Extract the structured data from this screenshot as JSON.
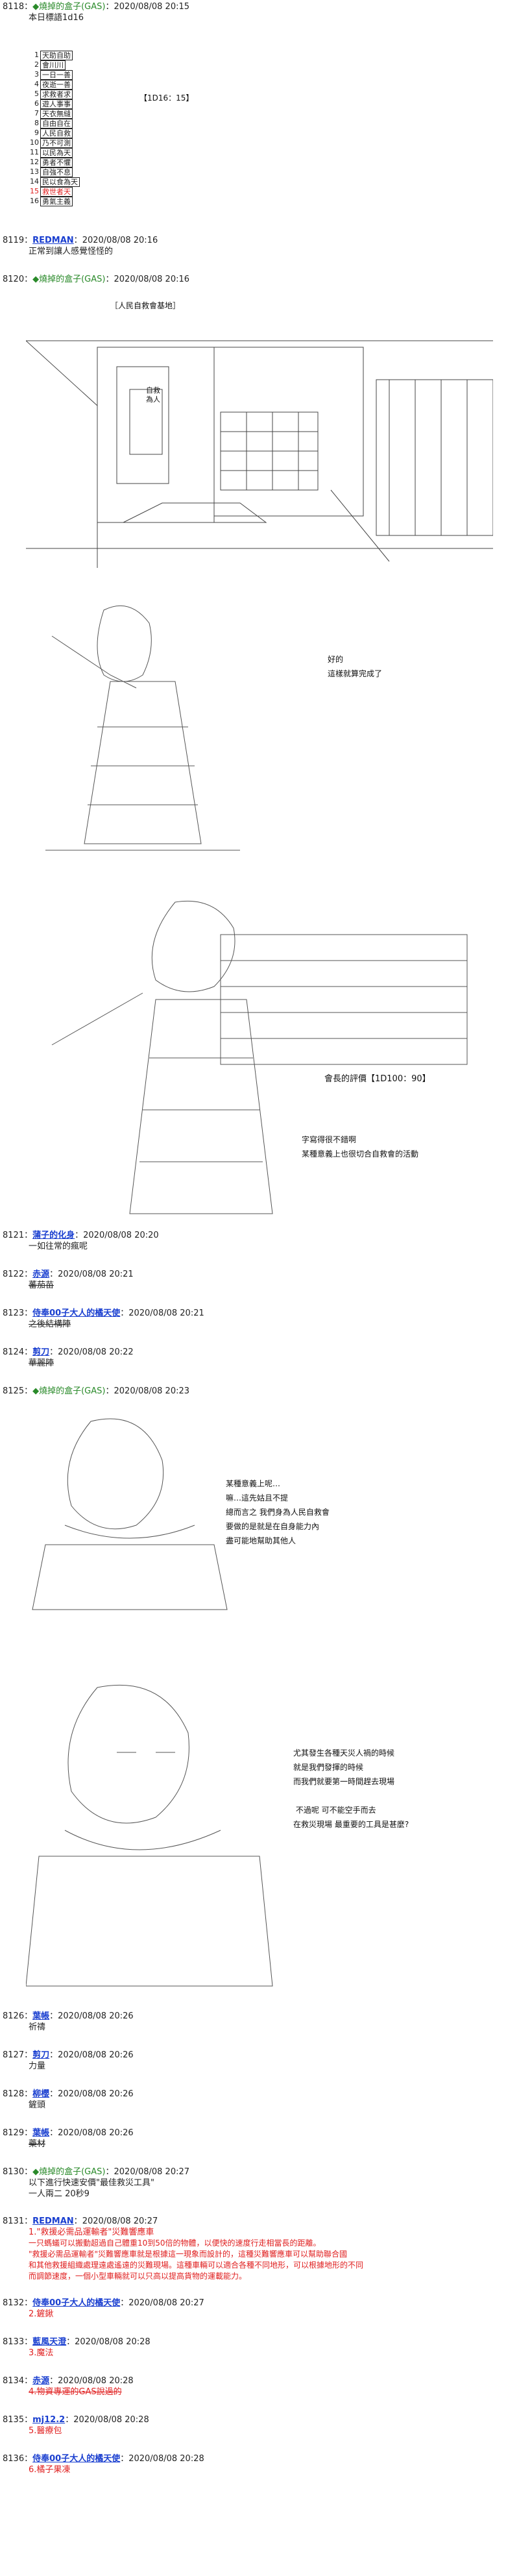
{
  "posts": [
    {
      "num": "8118",
      "sep": "：",
      "name": "◆燒掉的盒子(GAS)",
      "time": "2020/08/08 20:15",
      "style": "green",
      "lines": [
        "本日標語1d16"
      ],
      "slogans": [
        {
          "n": "1",
          "t": "天助自助",
          "style": ""
        },
        {
          "n": "2",
          "t": "會川川",
          "style": ""
        },
        {
          "n": "3",
          "t": "一日一善",
          "style": ""
        },
        {
          "n": "4",
          "t": "夜逝一善",
          "style": ""
        },
        {
          "n": "5",
          "t": "求救者求",
          "style": ""
        },
        {
          "n": "6",
          "t": "遊人事事",
          "style": ""
        },
        {
          "n": "7",
          "t": "天衣無縫",
          "style": ""
        },
        {
          "n": "8",
          "t": "自由自在",
          "style": ""
        },
        {
          "n": "9",
          "t": "人民自救",
          "style": ""
        },
        {
          "n": "10",
          "t": "乃不可測",
          "style": ""
        },
        {
          "n": "11",
          "t": "以民為天",
          "style": ""
        },
        {
          "n": "12",
          "t": "勇者不懼",
          "style": ""
        },
        {
          "n": "13",
          "t": "自強不息",
          "style": ""
        },
        {
          "n": "14",
          "t": "民以食為天",
          "style": ""
        },
        {
          "n": "15",
          "t": "救世者天",
          "style": "red"
        },
        {
          "n": "16",
          "t": "勇氣主義",
          "style": ""
        }
      ],
      "dice": "【1D16：15】"
    },
    {
      "num": "8119",
      "sep": "：",
      "name": "REDMAN",
      "time": "2020/08/08 20:16",
      "style": "blue",
      "lines": [
        "正常到讓人感覺怪怪的"
      ]
    },
    {
      "num": "8120",
      "sep": "：",
      "name": "◆燒掉的盒子(GAS)",
      "time": "2020/08/08 20:16",
      "style": "green",
      "lines": [],
      "scene_title": "［人民自救會基地］",
      "scene_sign": "自救為人",
      "speech1": [
        "好的",
        "這樣就算完成了"
      ],
      "rating": "會長的評價【1D100：90】",
      "speech2": [
        "字寫得很不錯啊",
        "某種意義上也很切合自救會的活動"
      ]
    },
    {
      "num": "8121",
      "sep": "：",
      "name": "蒲子的化身",
      "time": "2020/08/08 20:20",
      "style": "blue",
      "lines": [
        "一如往常的瘋呢"
      ]
    },
    {
      "num": "8122",
      "sep": "：",
      "name": "赤源",
      "time": "2020/08/08 20:21",
      "style": "blue",
      "lines": [
        "蕃茄苗"
      ],
      "strike": true
    },
    {
      "num": "8123",
      "sep": "：",
      "name": "侍奉00子大人的橘天使",
      "time": "2020/08/08 20:21",
      "style": "blue",
      "lines": [
        "之後結構陣"
      ],
      "strike": true
    },
    {
      "num": "8124",
      "sep": "：",
      "name": "剪刀",
      "time": "2020/08/08 20:22",
      "style": "blue",
      "lines": [
        "華麗陣"
      ],
      "strike": true
    },
    {
      "num": "8125",
      "sep": "：",
      "name": "◆燒掉的盒子(GAS)",
      "time": "2020/08/08 20:23",
      "style": "green",
      "lines": [],
      "speech3": [
        "某種意義上呢…",
        "嘛…這先姑且不提",
        "總而言之 我們身為人民自救會",
        "要做的是就是在自身能力內",
        "盡可能地幫助其他人"
      ],
      "speech4": [
        "尤其發生各種天災人禍的時候",
        "就是我們發揮的時候",
        "而我們就要第一時間趕去現場",
        "",
        " 不過呢 可不能空手而去",
        "在救災現場 最重要的工具是甚麼?"
      ]
    },
    {
      "num": "8126",
      "sep": "：",
      "name": "葉帳",
      "time": "2020/08/08 20:26",
      "style": "blue",
      "lines": [
        "祈禱"
      ]
    },
    {
      "num": "8127",
      "sep": "：",
      "name": "剪刀",
      "time": "2020/08/08 20:26",
      "style": "blue",
      "lines": [
        "力量"
      ]
    },
    {
      "num": "8128",
      "sep": "：",
      "name": "柳櫻",
      "time": "2020/08/08 20:26",
      "style": "blue",
      "lines": [
        "鏟頭"
      ]
    },
    {
      "num": "8129",
      "sep": "：",
      "name": "葉帳",
      "time": "2020/08/08 20:26",
      "style": "blue",
      "lines": [
        "藥材"
      ],
      "strike": true
    },
    {
      "num": "8130",
      "sep": "：",
      "name": "◆燒掉的盒子(GAS)",
      "time": "2020/08/08 20:27",
      "style": "green",
      "lines": [
        "以下進行快速安價\"最佳救災工具\"",
        "一人兩二 20秒9"
      ]
    },
    {
      "num": "8131",
      "sep": "：",
      "name": "REDMAN",
      "time": "2020/08/08 20:27",
      "style": "blue",
      "redlines": [
        "1.\"救援必需品運輸者\"災難響應車",
        "一只螞蟻可以搬動超過自己體重10到50倍的物體，以便快的速度行走相當長的距離。",
        "\"救援必需品運輸者\"災難響應車就是根據這一現象而設計的，這種災難響應車可以幫助聯合國",
        "和其他救援組織處理遠處遙遠的災難現場。這種車輛可以適合各種不同地形，可以根據地形的不同",
        "而調節速度，一個小型車輛就可以只高以提高貨物的運載能力。"
      ]
    },
    {
      "num": "8132",
      "sep": "：",
      "name": "侍奉00子大人的橘天使",
      "time": "2020/08/08 20:27",
      "style": "blue",
      "redlines": [
        "2.鏟鍬"
      ]
    },
    {
      "num": "8133",
      "sep": "：",
      "name": "藍風天澄",
      "time": "2020/08/08 20:28",
      "style": "blue",
      "redlines": [
        "3.魔法"
      ]
    },
    {
      "num": "8134",
      "sep": "：",
      "name": "赤源",
      "time": "2020/08/08 20:28",
      "style": "blue",
      "redlines": [
        "4.物資專運的GAS說過的"
      ],
      "strike": true
    },
    {
      "num": "8135",
      "sep": "：",
      "name": "mj12.2",
      "time": "2020/08/08 20:28",
      "style": "blue",
      "redlines": [
        "5.醫療包"
      ]
    },
    {
      "num": "8136",
      "sep": "：",
      "name": "侍奉00子大人的橘天使",
      "time": "2020/08/08 20:28",
      "style": "blue",
      "redlines": [
        "6.橘子果凍"
      ]
    }
  ]
}
